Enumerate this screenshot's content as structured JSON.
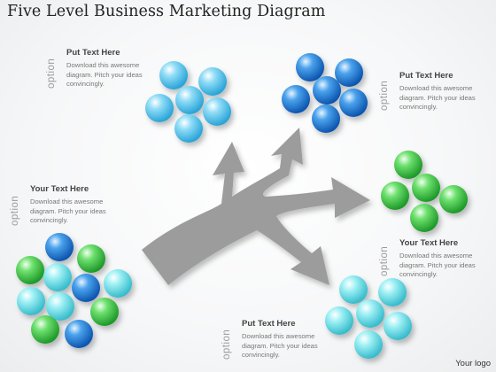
{
  "title": "Five Level Business Marketing Diagram",
  "blocks": [
    {
      "option": "option",
      "heading": "Put Text Here",
      "body": "Download this awesome diagram. Pitch your ideas convincingly."
    },
    {
      "option": "option",
      "heading": "Put Text Here",
      "body": "Download this awesome diagram. Pitch your ideas convincingly."
    },
    {
      "option": "option",
      "heading": "Your Text Here",
      "body": "Download this awesome diagram. Pitch your ideas convincingly."
    },
    {
      "option": "option",
      "heading": "Your Text Here",
      "body": "Download this awesome diagram. Pitch your ideas convincingly."
    },
    {
      "option": "option",
      "heading": "Put Text Here",
      "body": "Download this awesome diagram. Pitch your ideas convincingly."
    }
  ],
  "logo": "Your logo",
  "colors": {
    "arrow": "#9c9c9c",
    "sphere_light_blue": "#5ec8ee",
    "sphere_dark_blue": "#1f7fd6",
    "sphere_green": "#3fc84a",
    "sphere_cyan": "#6fe0ea"
  }
}
